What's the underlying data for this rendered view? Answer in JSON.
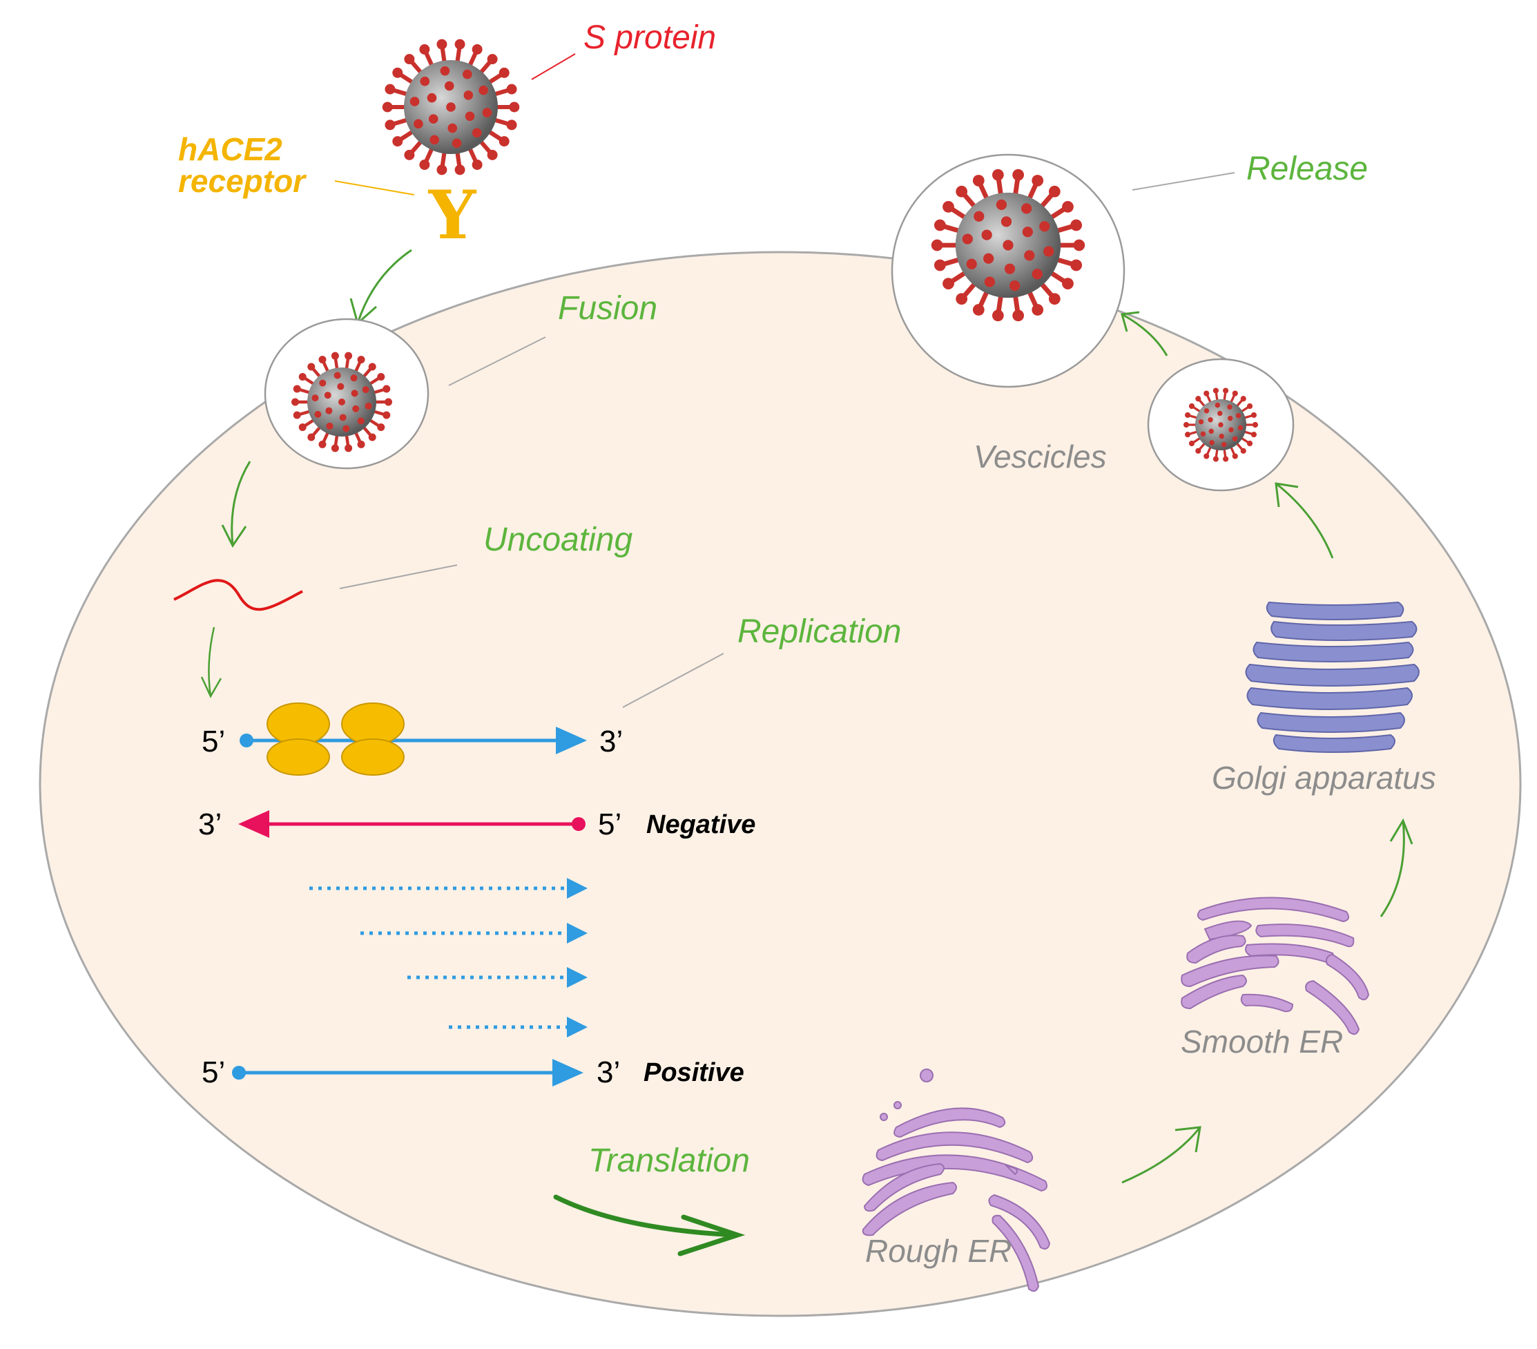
{
  "labels": {
    "s_protein": "S protein",
    "hace2_line1": "hACE2",
    "hace2_line2": "receptor",
    "receptor_glyph": "Y",
    "fusion": "Fusion",
    "uncoating": "Uncoating",
    "replication": "Replication",
    "translation": "Translation",
    "rough_er": "Rough ER",
    "smooth_er": "Smooth ER",
    "golgi": "Golgi apparatus",
    "vescicles": "Vescicles",
    "release": "Release",
    "negative": "Negative",
    "positive": "Positive",
    "five_prime": "5’",
    "three_prime": "3’"
  },
  "colors": {
    "cell_fill": "#fdf1e6",
    "cell_stroke": "#a9a9a9",
    "step_label": "#5cb53d",
    "organelle_label": "#8c8c8c",
    "s_protein": "#e8222c",
    "receptor": "#f4b400",
    "arrow": "#4aa033",
    "positive_strand": "#2f9be0",
    "negative_strand": "#e8125c",
    "ribosome": "#f6bd00",
    "er": "#c99fd9",
    "golgi": "#8a8fcf",
    "rna": "#e01818",
    "virus_body": "#8a8a8a",
    "virus_spike": "#c9312c"
  },
  "icons": [
    "virus-icon",
    "receptor-icon",
    "ribosome-icon",
    "rough-er-icon",
    "smooth-er-icon",
    "golgi-icon",
    "rna-icon"
  ]
}
